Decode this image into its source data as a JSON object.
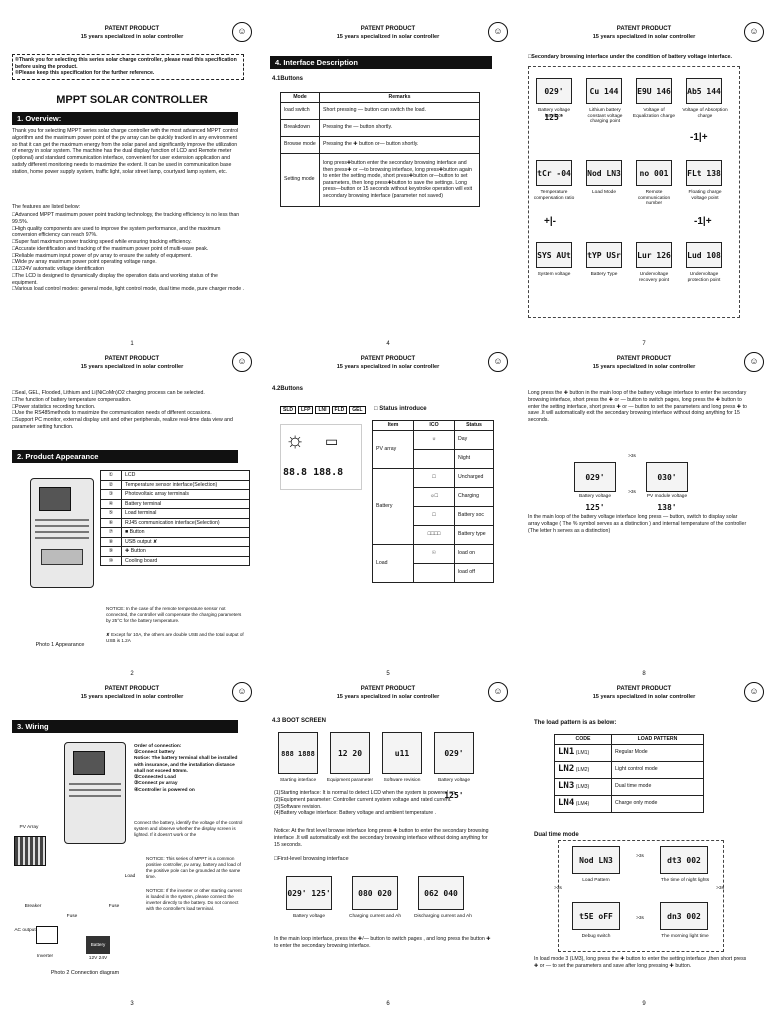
{
  "header": {
    "title": "PATENT PRODUCT",
    "subtitle": "15 years specialized in solar controller"
  },
  "p1": {
    "notice_lines": [
      "®Thank you for selecting this series solar charge controller, please read this specification before using the product.",
      "®Please keep this specification for the further reference."
    ],
    "title": "MPPT SOLAR CONTROLLER",
    "section": "1. Overview:",
    "intro": "Thank you for selecting MPPT series solar charge controller with the most advanced MPPT control algorithm and the maximum power point of the pv array can be quickly tracked in any environment so that it can get the maximum energy from the solar panel and significantly improve the utilization of energy in solar system. The machine has the dual display function of LCD and Remote meter (optional) and standard communication interface, convenient for user extension application and satisfy different monitoring needs to maximize the extent. It can be used in communication base station, home power supply system, traffic light, solar street lamp, courtyard lamp system, etc.",
    "features_title": "The features are listed below:",
    "features": [
      "□Advanced MPPT maximum power point tracking technology, the tracking efficiency is no less than 99.5%.",
      "□High quality components are used to improve the system performance, and the maximum conversion efficiency can reach 97%.",
      "□Super fast maximum power tracking speed while ensuring tracking efficiency.",
      "□Accurate identification and tracking of the maximum power point of multi-wave peak.",
      "□Reliable maximum input power of pv array to ensure the safety of equipment.",
      "□Wide pv array maximum power point operating voltage range.",
      "□12/24V automatic voltage identification",
      "□The LCD is designed to dynamically display the operation data and working status of the equipment.",
      "□Various load control modes: general mode, light control mode, dual time mode, pure charger mode ."
    ],
    "page": "1"
  },
  "p4": {
    "section": "4. Interface Description",
    "sub": "4.1Buttons",
    "table_head": [
      "Mode",
      "Remarks"
    ],
    "rows": [
      [
        "load switch",
        "Short pressing — button can switch the load."
      ],
      [
        "Breakdown",
        "Pressing the — button shortly."
      ],
      [
        "Browse mode",
        "Pressing the ✚ button or— button shortly."
      ],
      [
        "Setting mode",
        "long press✚button enter the secondary browsing interface and then press✚ or —to browsing interface, long press✚button again to enter the setting mode, short press✚button or—button to set parameters, then long press✚button to save the settings. Long press—button or 15 seconds without keystroke operation will exit secondary browsing interface (parameter not saved)"
      ]
    ],
    "page": "4"
  },
  "p7": {
    "title": "□Secondary browsing interface under the condition of battery voltage interface.",
    "lcds": [
      {
        "val": "029' 125'",
        "cap": "Battery voltage interface"
      },
      {
        "val": "Cu 144",
        "cap": "Lithium battery constant voltage charging point"
      },
      {
        "val": "E9U 146",
        "cap": "Voltage of Equalization charge"
      },
      {
        "val": "Ab5 144",
        "cap": "Voltage of Absorption charge"
      },
      {
        "val": "tCr -04",
        "cap": "Temperature compensation ratio"
      },
      {
        "val": "Nod LN3",
        "cap": "Load Mode"
      },
      {
        "val": "no 001",
        "cap": "Remote communication number"
      },
      {
        "val": "FLt 138",
        "cap": "Floating charge voltage point"
      },
      {
        "val": "SYS AUt",
        "cap": "System voltage"
      },
      {
        "val": "tYP USr",
        "cap": "Battery Type"
      },
      {
        "val": "Lur 126",
        "cap": "Undervoltage recovery point"
      },
      {
        "val": "Lud 108",
        "cap": "Undervoltage protection point"
      }
    ],
    "arrow": "-1|+",
    "arrow2": "+|-",
    "page": "7"
  },
  "p2": {
    "lines": [
      "□Seal, GEL, Flooded, Lithium and Li(NiCoMn)O2 charging process can be selected.",
      "□The function of battery temperature compensation.",
      "□Power statistics recording function.",
      "□Use the RS485methods to maximize the communication needs of different occasions.",
      "□Support PC monitor, external display unit and other peripherals, realize real-time data view and parameter setting function."
    ],
    "section": "2. Product Appearance",
    "parts": [
      [
        "①",
        "LCD"
      ],
      [
        "②",
        "Temperature sensor interface(Selection)"
      ],
      [
        "③",
        "Photovoltaic array terminals"
      ],
      [
        "④",
        "Battery terminal"
      ],
      [
        "⑤",
        "Load terminal"
      ],
      [
        "⑥",
        "RJ45 communication interface(Selection)"
      ],
      [
        "⑦",
        "■ Button"
      ],
      [
        "⑧",
        "USB output ✘"
      ],
      [
        "⑨",
        "✚ Button"
      ],
      [
        "⑩",
        "Cooling board"
      ]
    ],
    "notice": "NOTICE: In the case of the remote temperature sensor not connected, the controller will compensate the charging parameters by 25°C for the battery temperature.",
    "except": "✘ Except for 10A, the others are double USB and the total output of USB is 1.2A",
    "photo": "Photo 1 Appearance",
    "page": "2"
  },
  "p5": {
    "sub": "4.2Buttons",
    "btns": [
      "SLD",
      "LFP",
      "LNI",
      "FLD",
      "GEL"
    ],
    "digits": "88.8 188.8",
    "status_title": "□ Status introduce",
    "status_head": [
      "Item",
      "ICO",
      "Status"
    ],
    "status": [
      [
        "PV array",
        "☼",
        "Day"
      ],
      [
        "",
        "",
        "Night"
      ],
      [
        "Battery",
        "□",
        "Uncharged"
      ],
      [
        "",
        "☼□",
        "Charging"
      ],
      [
        "",
        "□",
        "Battery soc"
      ],
      [
        "",
        "□□□□",
        "Battery type"
      ],
      [
        "Load",
        "☉",
        "load on"
      ],
      [
        "",
        "",
        "load off"
      ]
    ],
    "page": "5"
  },
  "p8": {
    "text1": "Long press the ✚ button in the main loop of the battery voltage interface to enter the secondary browsing interface, short press the ✚ or — button to switch pages, long press the ✚ button to enter the setting interface, short press ✚ or — button to set the parameters and long press ✚ to save .It will automatically exit the secondary browsing interface without doing anything for 15 seconds.",
    "lcd1": "029' 125'",
    "lcd1_cap": "Battery voltage",
    "lcd2": "030' 138'",
    "lcd2_cap": "PV module voltage",
    "t3s": ">3s",
    "text2": "In the main loop of the battery voltage interface long press — button, switch to display solar array voltage ( The % symbol serves as a distinction ) and internal temperature of the controller (The letter h serves as a distinction)",
    "page": "8"
  },
  "p3": {
    "section": "3. Wiring",
    "order_title": "Order of connection:",
    "order": [
      "①Connect battery",
      "Notice: The battery terminal shall be installed with insurance, and the installation distance shall not exceed 50mm.",
      "②Connected Load",
      "③Connect pv array",
      "④Controller is powered on"
    ],
    "note1": "Connect the battery, identify the voltage of the control system and observe whether the display screen is lighted. If it doesn't work or the",
    "notice1": "NOTICE: This series of MPPT is a common positive controller, pv array, battery and load of the positive pole can be grounded at the same time.",
    "notice2": "NOTICE: If the inverter or other starting current is loaded in the system, please connect the inverter directly to the battery. Do not connect with the controller's load terminal.",
    "labels": {
      "pv": "PV Array",
      "breaker": "Breaker",
      "fuse": "Fuse",
      "fuse2": "Fuse",
      "load": "Load",
      "ac": "AC output",
      "inverter": "Inverter",
      "battery": "Battery",
      "v": "12V 24V"
    },
    "photo": "Photo 2 Connection diagram",
    "page": "3"
  },
  "p6": {
    "sub": "4.3 BOOT SCREEN",
    "boot": [
      {
        "val": "888 1888",
        "cap": "Starting interface"
      },
      {
        "val": "12 20",
        "cap": "Equipment parameter"
      },
      {
        "val": "u11",
        "cap": "Software revision"
      },
      {
        "val": "029' 125'",
        "cap": "Battery voltage"
      }
    ],
    "items": [
      "(1)Starting interface: It is normal to detect LCD when the system is powered on.",
      "(2)Equipment parameter: Controller current system voltage and rated current.",
      "(3)Software revision.",
      "(4)Battery voltage interface: Battery voltage and ambient temperature ."
    ],
    "notice": "Notice: At the first level browse interface long press ✚ button to enter the secondary browsing interface .It will automatically exit the secondary browsing interface without doing anything for 15 seconds.",
    "first": "□First-level browsing interface",
    "fl": [
      {
        "val": "029' 125'",
        "cap": "Battery voltage"
      },
      {
        "val": "080 020",
        "cap": "Charging current and Ah"
      },
      {
        "val": "062 040",
        "cap": "Discharging current and Ah"
      }
    ],
    "bottom": "In the main loop interface, press the ✚/— button to switch pages , and long press the button ✚ to enter the secondary browsing interface.",
    "page": "6"
  },
  "p9": {
    "title": "The load pattern is as below:",
    "head": [
      "CODE",
      "LOAD PATTERN"
    ],
    "rows": [
      [
        "LN1",
        "(LM1)",
        "Regular Mode"
      ],
      [
        "LN2",
        "(LM2)",
        "Light control mode"
      ],
      [
        "LN3",
        "(LM3)",
        "Dual time mode"
      ],
      [
        "LN4",
        "(LM4)",
        "Charge only mode"
      ]
    ],
    "dual": "Dual time mode",
    "lcds": [
      {
        "val": "Nod LN3",
        "cap": "Load Pattern"
      },
      {
        "val": "dt3 002",
        "cap": "The time of night lights"
      },
      {
        "val": "t5E oFF",
        "cap": "Debug switch"
      },
      {
        "val": "dn3 002",
        "cap": "The morning light time"
      }
    ],
    "t3s": ">3s",
    "bottom": "In load mode 3 (LM3), long press the ✚ button to enter the setting interface ,then short press ✚ or — to set the parameters and save after long pressing ✚ button.",
    "page": "9"
  }
}
